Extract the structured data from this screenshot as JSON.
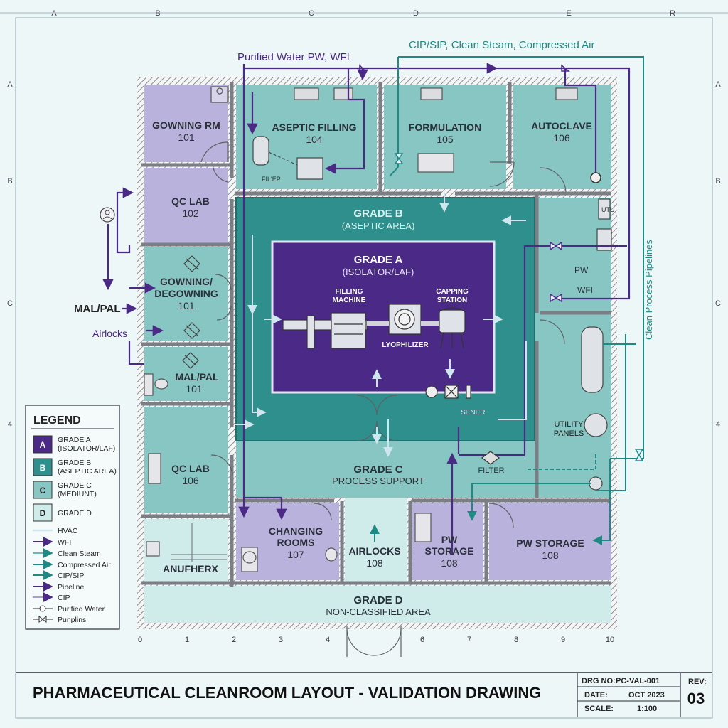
{
  "colors": {
    "grade_a": "#4a2a86",
    "grade_b": "#2f8f8c",
    "grade_c": "#87c6c3",
    "grade_d": "#cfeceb",
    "purple_room": "#b9b2dc",
    "wfi": "#4b2a86",
    "teal_line": "#1f8a84",
    "wall": "#7b7f85"
  },
  "grid": {
    "columns": [
      "A",
      "B",
      "C",
      "D",
      "E",
      "R"
    ],
    "rows": [
      "A",
      "B",
      "C",
      "4"
    ],
    "bottom_scale": [
      "0",
      "1",
      "2",
      "3",
      "4",
      "6",
      "7",
      "8",
      "9",
      "10"
    ]
  },
  "annotations": {
    "pw_wfi": "Purified Water PW, WFI",
    "cip_sip": "CIP/SIP, Clean Steam, Compressed Air",
    "clean_process": "Clean Process Pipelines",
    "mal_pal": "MAL/PAL",
    "airlocks": "Airlocks",
    "pw": "PW",
    "wfi": "WFI",
    "utu": "UTU",
    "filter_small": "FIL'EP",
    "sensor": "SENER",
    "filter": "FILTER"
  },
  "rooms": {
    "gowning_rm": {
      "name": "GOWNING RM",
      "num": "101"
    },
    "qc_lab_102": {
      "name": "QC LAB",
      "num": "102"
    },
    "gowning_degowning": {
      "name": "GOWNING/",
      "name2": "DEGOWNING",
      "num": "101"
    },
    "mal_pal_room": {
      "name": "MAL/PAL",
      "num": "101"
    },
    "qc_lab_106": {
      "name": "QC LAB",
      "num": "106"
    },
    "anuferx": {
      "name": "ANUFHERX"
    },
    "aseptic_filling": {
      "name": "ASEPTIC FILLING",
      "num": "104"
    },
    "formulation": {
      "name": "FORMULATION",
      "num": "105"
    },
    "autoclave": {
      "name": "AUTOCLAVE",
      "num": "106"
    },
    "changing_rooms": {
      "name": "CHANGING",
      "name2": "ROOMS",
      "num": "107"
    },
    "airlocks_108": {
      "name": "AIRLOCKS",
      "num": "108"
    },
    "pw_storage_small": {
      "name": "PW",
      "name2": "STORAGE",
      "num": "108"
    },
    "pw_storage": {
      "name": "PW STORAGE",
      "num": "108"
    },
    "utility_panels": {
      "name": "UTILITY",
      "name2": "PANELS"
    }
  },
  "zones": {
    "grade_b": {
      "title": "GRADE B",
      "sub": "(ASEPTIC AREA)"
    },
    "grade_a": {
      "title": "GRADE A",
      "sub": "(ISOLATOR/LAF)"
    },
    "grade_c": {
      "title": "GRADE C",
      "sub": "PROCESS SUPPORT"
    },
    "grade_d": {
      "title": "GRADE D",
      "sub": "NON-CLASSIFIED AREA"
    }
  },
  "equipment": {
    "filling_machine": {
      "l1": "FILLING",
      "l2": "MACHINE"
    },
    "capping_station": {
      "l1": "CAPPING",
      "l2": "STATION"
    },
    "lyophilizer": "LYOPHILIZER"
  },
  "legend": {
    "title": "LEGEND",
    "grades": [
      {
        "key": "A",
        "l1": "GRADE A",
        "l2": "(ISOLATOR/LAF)"
      },
      {
        "key": "B",
        "l1": "GRADE B",
        "l2": "(ASEPTIC AREA)"
      },
      {
        "key": "C",
        "l1": "GRADE C",
        "l2": "(MEDIUNT)"
      },
      {
        "key": "D",
        "l1": "GRADE D",
        "l2": ""
      }
    ],
    "lines": [
      "HVAC",
      "WFI",
      "Clean Steam",
      "Compressed Air",
      "CIP/SIP",
      "Pipeline",
      "CIP",
      "Purified Water",
      "Punplins"
    ]
  },
  "title_block": {
    "title": "PHARMACEUTICAL CLEANROOM LAYOUT - VALIDATION DRAWING",
    "drg_label": "DRG NO:",
    "drg_value": "PC-VAL-001",
    "date_label": "DATE:",
    "date_value": "OCT 2023",
    "scale_label": "SCALE:",
    "scale_value": "1:100",
    "rev_label": "REV:",
    "rev_value": "03"
  }
}
